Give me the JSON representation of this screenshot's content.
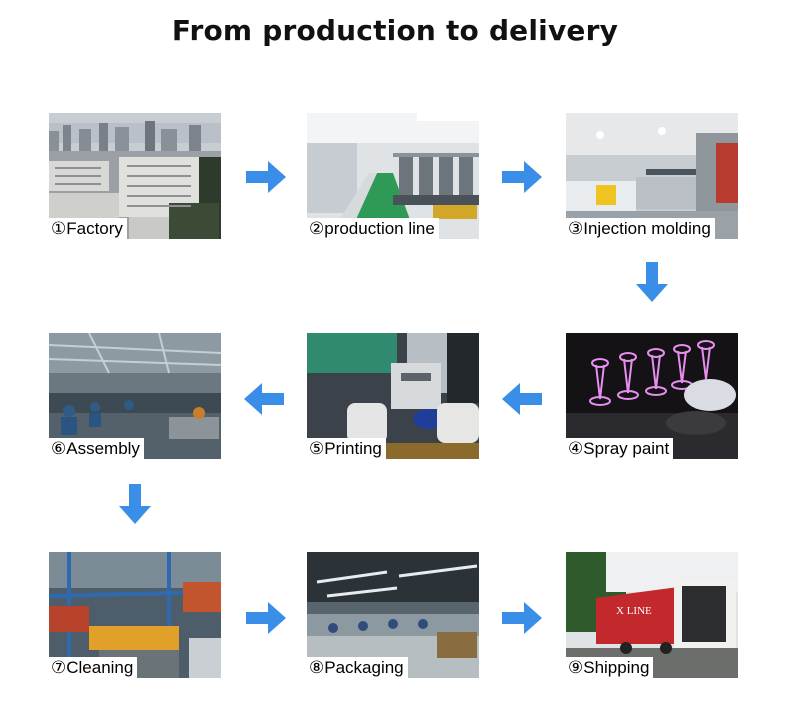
{
  "title": "From production to delivery",
  "steps": [
    {
      "label": "①Factory"
    },
    {
      "label": "②production line"
    },
    {
      "label": "③Injection molding"
    },
    {
      "label": "④Spray paint"
    },
    {
      "label": "⑤Printing"
    },
    {
      "label": "⑥Assembly"
    },
    {
      "label": "⑦Cleaning"
    },
    {
      "label": "⑧Packaging"
    },
    {
      "label": "⑨Shipping"
    }
  ],
  "colors": {
    "arrow": "#3b8ee8",
    "title": "#111111"
  },
  "icons": [
    "arrow-right-icon",
    "arrow-down-icon",
    "arrow-left-icon"
  ],
  "ship_container_text": "X LINE"
}
